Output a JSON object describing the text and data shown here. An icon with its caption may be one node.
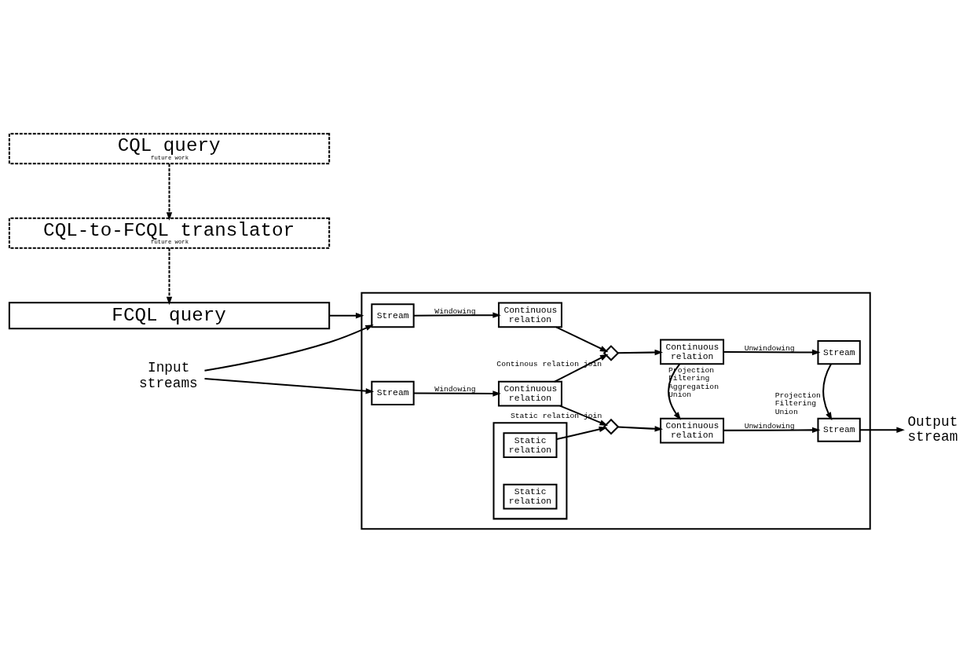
{
  "diagram": {
    "nodes": [
      {
        "text": [
          "CQL query",
          "future work"
        ]
      },
      {
        "text": [
          "CQL-to-FCQL translator",
          "future work"
        ]
      },
      {
        "text": [
          "FCQL query"
        ]
      },
      {
        "text": [],
        "shape": "box"
      },
      {
        "text": [
          "Input streams"
        ]
      },
      {
        "text": [
          "Stream"
        ],
        "in": 3
      },
      {
        "text": [
          "Stream"
        ],
        "in": 3
      },
      {
        "text": [
          "Continuous relation"
        ],
        "in": 3
      },
      {
        "text": [
          "Continuous relation"
        ],
        "in": 3
      },
      {
        "text": [],
        "shape": "bowtie",
        "beside": [
          "Continous relation join"
        ],
        "in": 3
      },
      {
        "text": [
          "Continuous relation"
        ],
        "in": 3
      },
      {
        "text": [
          "Stream"
        ],
        "in": 3
      },
      {
        "text": [],
        "shape": "bowtie",
        "beside": [
          "Static relation join"
        ],
        "in": 3
      },
      {
        "text": [
          "Continuous relation"
        ],
        "in": 3
      },
      {
        "text": [
          "Stream"
        ],
        "in": 3
      },
      {
        "text": [
          "Output stream"
        ]
      },
      {
        "text": [],
        "shape": "box",
        "in": 3
      },
      {
        "text": [
          "Static relation"
        ],
        "in": 16
      },
      {
        "text": [
          "Static relation"
        ],
        "in": 16
      }
    ],
    "edges": [
      {
        "from": 0,
        "to": 1,
        "arrow": "to",
        "style": "dashed"
      },
      {
        "from": 1,
        "to": 2,
        "arrow": "to",
        "style": "dashed"
      },
      {
        "from": 2,
        "to": 3,
        "arrow": "to"
      },
      {
        "from": 4,
        "to": 5,
        "arrow": "to"
      },
      {
        "from": 4,
        "to": 6,
        "arrow": "to"
      },
      {
        "from": 5,
        "to": 7,
        "arrow": "to",
        "label": "Windowing"
      },
      {
        "from": 6,
        "to": 8,
        "arrow": "to",
        "label": "Windowing"
      },
      {
        "from": 7,
        "to": 9,
        "arrow": "to"
      },
      {
        "from": 8,
        "to": 9,
        "arrow": "to"
      },
      {
        "from": 9,
        "to": 10,
        "arrow": "to"
      },
      {
        "from": 10,
        "to": 11,
        "arrow": "to",
        "label": "Unwindowing"
      },
      {
        "from": 10,
        "to": 13,
        "arrow": "to",
        "label": "Projection Filtering Aggregation Union"
      },
      {
        "from": 11,
        "to": 14,
        "arrow": "to",
        "label": "Projection Filtering Union"
      },
      {
        "from": 8,
        "to": 12,
        "arrow": "to"
      },
      {
        "from": 17,
        "to": 12,
        "arrow": "to"
      },
      {
        "from": 12,
        "to": 13,
        "arrow": "to"
      },
      {
        "from": 13,
        "to": 14,
        "arrow": "to",
        "label": "Unwindowing"
      },
      {
        "from": 14,
        "to": 15,
        "arrow": "to"
      }
    ]
  }
}
